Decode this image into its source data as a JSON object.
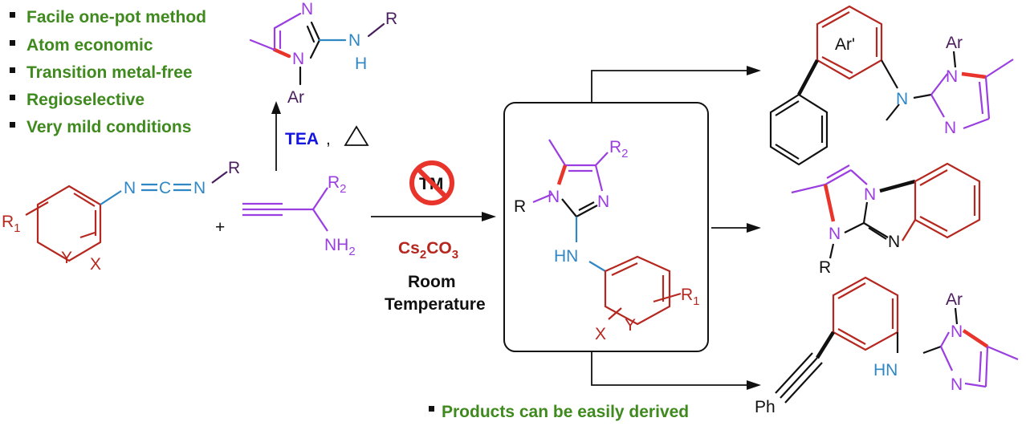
{
  "colors": {
    "green": "#3f8a1e",
    "red": "#b5271f",
    "bright_red": "#e8342b",
    "purple": "#9b3ee0",
    "dark_purple": "#4a1d5e",
    "blue": "#2f87c4",
    "navy": "#1515e0",
    "black": "#111111"
  },
  "bullets": [
    "Facile one-pot method",
    "Atom economic",
    "Transition metal-free",
    "Regioselective",
    "Very mild conditions"
  ],
  "bottom_bullet": "Products can be easily derived",
  "reaction": {
    "tea_label": "TEA",
    "tea_sep": ",",
    "plus": "+",
    "tm_label": "TM",
    "base_main": "Cs",
    "base_sub1": "2",
    "base_mid": "CO",
    "base_sub2": "3",
    "temp_line1": "Room",
    "temp_line2": "Temperature"
  },
  "atoms": {
    "N": "N",
    "C": "C",
    "R": "R",
    "R1_main": "R",
    "R1_sub": "1",
    "R2_main": "R",
    "R2_sub": "2",
    "NH2_main": "NH",
    "NH2_sub": "2",
    "H": "H",
    "HN": "HN",
    "Ar": "Ar",
    "Ar_prime": "Ar'",
    "X": "X",
    "Y": "Y",
    "Ph": "Ph"
  }
}
